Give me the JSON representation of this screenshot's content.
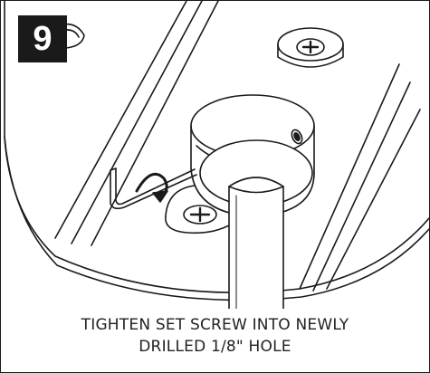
{
  "step": {
    "number": "9"
  },
  "instruction": {
    "line1": "TIGHTEN SET SCREW INTO NEWLY",
    "line2": "DRILLED 1/8\" HOLE"
  },
  "colors": {
    "ink": "#1a1a1a",
    "paper": "#ffffff",
    "badge_background": "#1a1a1a",
    "badge_text": "#ffffff"
  },
  "icons": [
    "phillips-screw-icon",
    "hex-key-icon",
    "rotation-arrow-icon",
    "set-screw-hole-icon"
  ]
}
